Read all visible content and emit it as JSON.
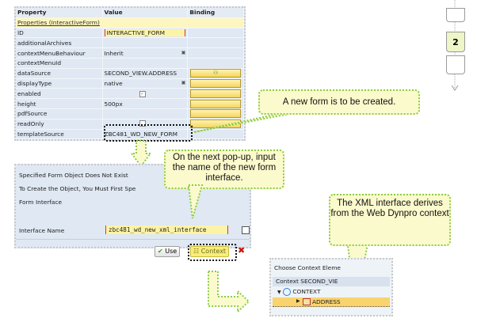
{
  "property_table": {
    "headers": [
      "Property",
      "Value",
      "Binding"
    ],
    "group_label": "Properties (InteractiveForm)",
    "rows": [
      {
        "property": "ID",
        "value": "INTERACTIVE_FORM",
        "binding": ""
      },
      {
        "property": "additionalArchives",
        "value": "",
        "binding": ""
      },
      {
        "property": "contextMenuBehaviour",
        "value": "Inherit",
        "binding": ""
      },
      {
        "property": "contextMenuId",
        "value": "",
        "binding": ""
      },
      {
        "property": "dataSource",
        "value": "SECOND_VIEW.ADDRESS",
        "binding": "bound"
      },
      {
        "property": "displayType",
        "value": "native",
        "binding": ""
      },
      {
        "property": "enabled",
        "value": "checked",
        "binding": ""
      },
      {
        "property": "height",
        "value": "500px",
        "binding": ""
      },
      {
        "property": "pdfSource",
        "value": "",
        "binding": ""
      },
      {
        "property": "readOnly",
        "value": "unchecked",
        "binding": ""
      },
      {
        "property": "templateSource",
        "value": "ZBC481_WD_NEW_FORM",
        "binding": ""
      }
    ]
  },
  "callouts": {
    "new_form": "A new form is to be created.",
    "next_popup": "On the next pop-up, input the name of the new form interface.",
    "xml_interface": "The XML interface derives from the Web Dynpro context"
  },
  "step_indicator": {
    "current": "2"
  },
  "form_popup": {
    "line1": "Specified Form Object Does Not Exist",
    "line2": "To Create the Object, You Must First Spe",
    "line3": "Form Interface",
    "interface_label": "Interface Name",
    "interface_value": "zbc481_wd_new_xml_interface",
    "use_button": "Use",
    "context_button": "Context"
  },
  "context_popup": {
    "title": "Choose Context Eleme",
    "header": "Context SECOND_VIE",
    "root": "CONTEXT",
    "child": "ADDRESS"
  },
  "colors": {
    "callout_border": "#8ccc45",
    "callout_fill": "#fbfacd",
    "panel_bg": "#dfe8f3",
    "highlight_yellow": "#fdf3a6"
  }
}
